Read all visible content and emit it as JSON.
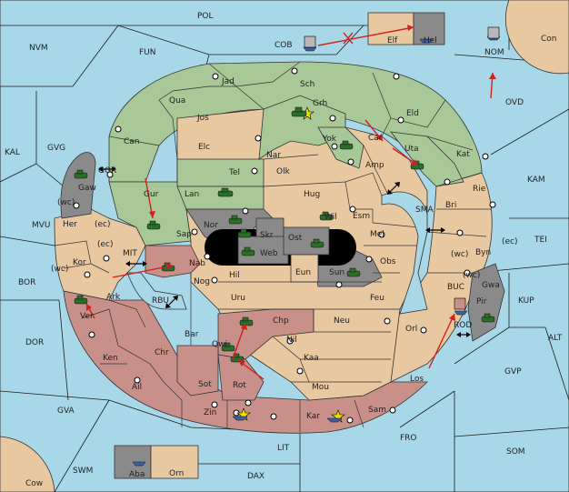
{
  "colors": {
    "sea": "#a8d8e8",
    "neutral": "#e8c8a0",
    "power_green": "#a8c898",
    "power_rose": "#c89088",
    "power_grey": "#8a8a8a",
    "order_arrow": "#d02020"
  },
  "labels": {
    "POL": "POL",
    "NVM": "NVM",
    "FUN": "FUN",
    "COB": "COB",
    "Elf": "Elf",
    "Hel": "Hel",
    "NOM": "NOM",
    "Con": "Con",
    "OVD": "OVD",
    "KAL": "KAL",
    "GVG": "GVG",
    "KAM": "KAM",
    "MVU": "MVU",
    "TEI": "TEI",
    "BOR": "BOR",
    "KUP": "KUP",
    "DOR": "DOR",
    "ALT": "ALT",
    "GVP": "GVP",
    "GVA": "GVA",
    "FRO": "FRO",
    "SOM": "SOM",
    "LIT": "LIT",
    "SWM": "SWM",
    "DAX": "DAX",
    "Cow": "Cow",
    "Aba": "Aba",
    "Orn": "Orn",
    "Jad": "Jad",
    "Sch": "Sch",
    "Qua": "Qua",
    "Grh": "Grh",
    "Jos": "Jos",
    "Eld": "Eld",
    "Can": "Can",
    "Yok": "Yok",
    "Car": "Car",
    "Elc": "Elc",
    "Nar": "Nar",
    "Uta": "Uta",
    "Kat": "Kat",
    "Tel": "Tel",
    "Olk": "Olk",
    "Amp": "Amp",
    "Gur": "Gur",
    "Lan": "Lan",
    "Hug": "Hug",
    "Rie": "Rie",
    "GOR": "GOR",
    "Gaw": "Gaw",
    "Bri": "Bri",
    "Nor": "Nor",
    "Wil": "Wil",
    "Esm": "Esm",
    "SMA": "SMA",
    "wc1": "(wc)",
    "ec1": "(ec)",
    "Her": "Her",
    "Sap": "Sap",
    "Skr": "Skr",
    "Ost": "Ost",
    "Mel": "Mel",
    "Web": "Web",
    "wc2": "(wc)",
    "ec2": "(ec)",
    "Byn": "Byn",
    "ec3": "(ec)",
    "Kor": "Kor",
    "MIT": "MIT",
    "Nab": "Nab",
    "Eun": "Eun",
    "Sun": "Sun",
    "Obs": "Obs",
    "wc3": "(wc)",
    "wc4": "(wc)",
    "Hil": "Hil",
    "Gwa": "Gwa",
    "BUC": "BUC",
    "Nog": "Nog",
    "Ark": "Ark",
    "RBU": "RBU",
    "Uru": "Uru",
    "Feu": "Feu",
    "Pir": "Pir",
    "Ver": "Ver",
    "Chp": "Chp",
    "Neu": "Neu",
    "ROD": "ROD",
    "Bar": "Bar",
    "Qwi": "Qwi",
    "Nil": "Nil",
    "Orl": "Orl",
    "Ken": "Ken",
    "Chr": "Chr",
    "Kaa": "Kaa",
    "Ail": "Ail",
    "Sot": "Sot",
    "Rot": "Rot",
    "Mou": "Mou",
    "Los": "Los",
    "Zin": "Zin",
    "Kar": "Kar",
    "Sam": "Sam"
  }
}
